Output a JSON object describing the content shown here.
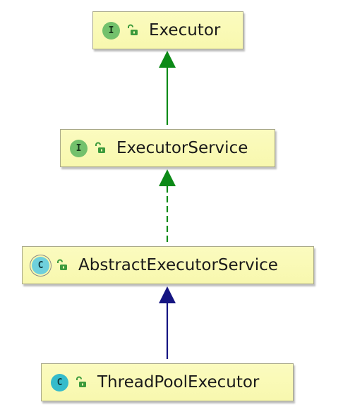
{
  "nodes": [
    {
      "kind": "I",
      "kind_name": "interface",
      "name": "Executor"
    },
    {
      "kind": "I",
      "kind_name": "interface",
      "name": "ExecutorService"
    },
    {
      "kind": "C",
      "kind_name": "abstract-class",
      "name": "AbstractExecutorService"
    },
    {
      "kind": "C",
      "kind_name": "class",
      "name": "ThreadPoolExecutor"
    }
  ],
  "colors": {
    "node_fill": "#f8f8ae",
    "interface_badge": "#73c16c",
    "class_badge": "#35bbcb",
    "extends_interface_arrow": "#0c8a17",
    "extends_class_arrow": "#151582"
  },
  "edges": [
    {
      "from": "ExecutorService",
      "to": "Executor",
      "style": "solid",
      "kind": "extends"
    },
    {
      "from": "AbstractExecutorService",
      "to": "ExecutorService",
      "style": "dashed",
      "kind": "implements"
    },
    {
      "from": "ThreadPoolExecutor",
      "to": "AbstractExecutorService",
      "style": "solid",
      "kind": "extends"
    }
  ]
}
